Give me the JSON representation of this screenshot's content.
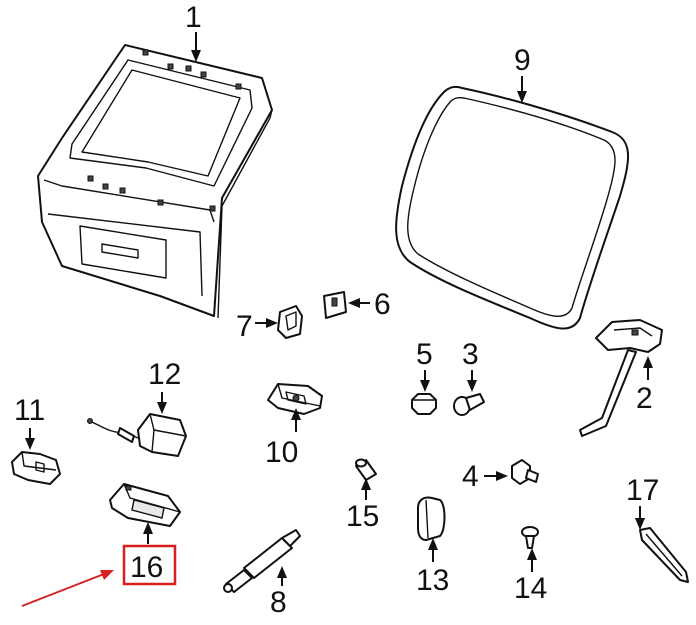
{
  "callouts": {
    "c1": "1",
    "c2": "2",
    "c3": "3",
    "c4": "4",
    "c5": "5",
    "c6": "6",
    "c7": "7",
    "c8": "8",
    "c9": "9",
    "c10": "10",
    "c11": "11",
    "c12": "12",
    "c13": "13",
    "c14": "14",
    "c15": "15",
    "c16": "16",
    "c17": "17"
  },
  "colors": {
    "highlight_box": "#d62020",
    "pointer_arrow": "#d62020",
    "line_art": "#111111"
  },
  "highlighted_part": "16"
}
